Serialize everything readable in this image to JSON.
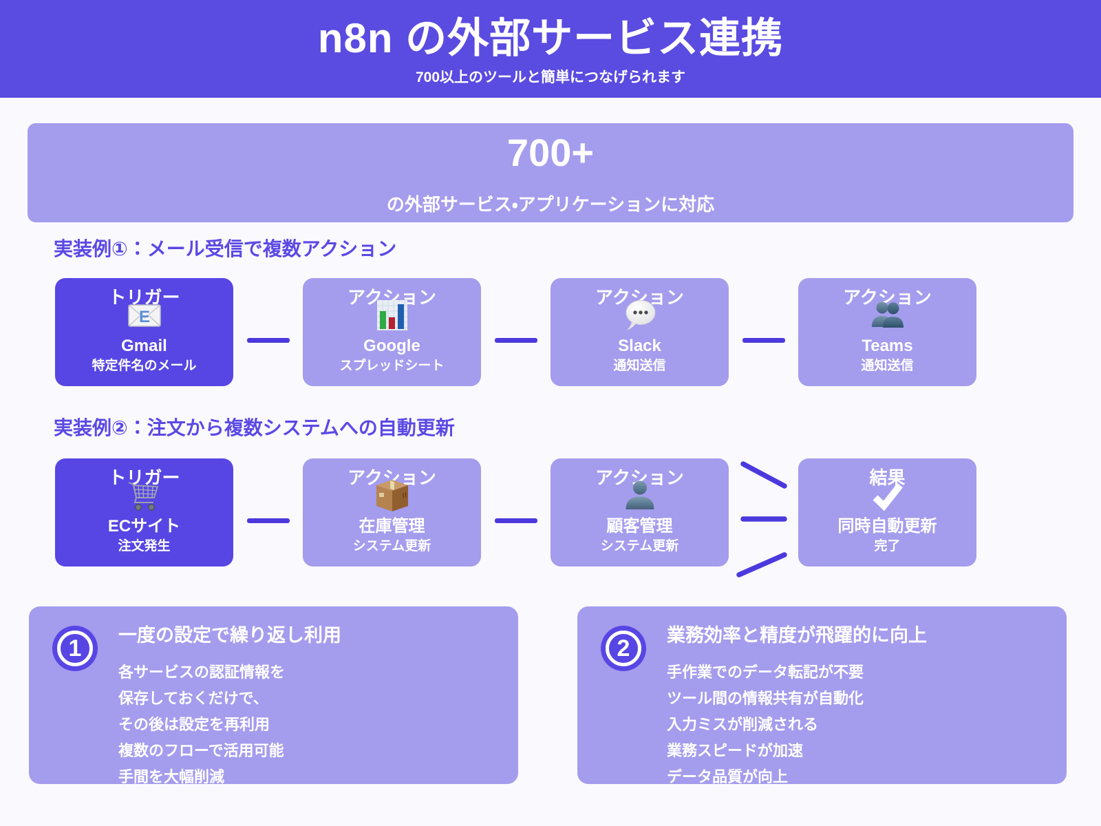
{
  "header": {
    "title": "n8n の外部サービス連携",
    "subtitle": "700以上のツールと簡単につなげられます"
  },
  "hero": {
    "count": "700+",
    "caption": "の外部サービス・アプリケーションに対応"
  },
  "sections": [
    {
      "heading": "実装例①：メール受信で複数アクション",
      "steps": [
        {
          "type": "トリガー",
          "icon": "email-icon",
          "name": "Gmail",
          "detail": "特定件名のメール"
        },
        {
          "type": "アクション",
          "icon": "bar-chart-icon",
          "name": "Google",
          "detail": "スプレッドシート"
        },
        {
          "type": "アクション",
          "icon": "speech-balloon-icon",
          "name": "Slack",
          "detail": "通知送信"
        },
        {
          "type": "アクション",
          "icon": "people-icon",
          "name": "Teams",
          "detail": "通知送信"
        }
      ]
    },
    {
      "heading": "実装例②：注文から複数システムへの自動更新",
      "steps": [
        {
          "type": "トリガー",
          "icon": "shopping-cart-icon",
          "name": "ECサイト",
          "detail": "注文発生"
        },
        {
          "type": "アクション",
          "icon": "package-icon",
          "name": "在庫管理",
          "detail": "システム更新"
        },
        {
          "type": "アクション",
          "icon": "person-icon",
          "name": "顧客管理",
          "detail": "システム更新"
        },
        {
          "type": "結果",
          "icon": "check-icon",
          "name": "同時自動更新",
          "detail": "完了"
        }
      ]
    }
  ],
  "benefits": [
    {
      "number": "1",
      "title": "一度の設定で繰り返し利用",
      "lines": [
        "各サービスの認証情報を",
        "保存しておくだけで、",
        "その後は設定を再利用",
        "複数のフローで活用可能",
        "手間を大幅削減"
      ]
    },
    {
      "number": "2",
      "title": "業務効率と精度が飛躍的に向上",
      "lines": [
        "手作業でのデータ転記が不要",
        "ツール間の情報共有が自動化",
        "入力ミスが削減される",
        "業務スピードが加速",
        "データ品質が向上"
      ]
    }
  ],
  "colors": {
    "purple_dark": "#5746e4",
    "purple_light": "#a49ced",
    "connector_line": "#4b39dd",
    "page_background": "#faf9fe",
    "heading_text": "#5b49e4"
  }
}
